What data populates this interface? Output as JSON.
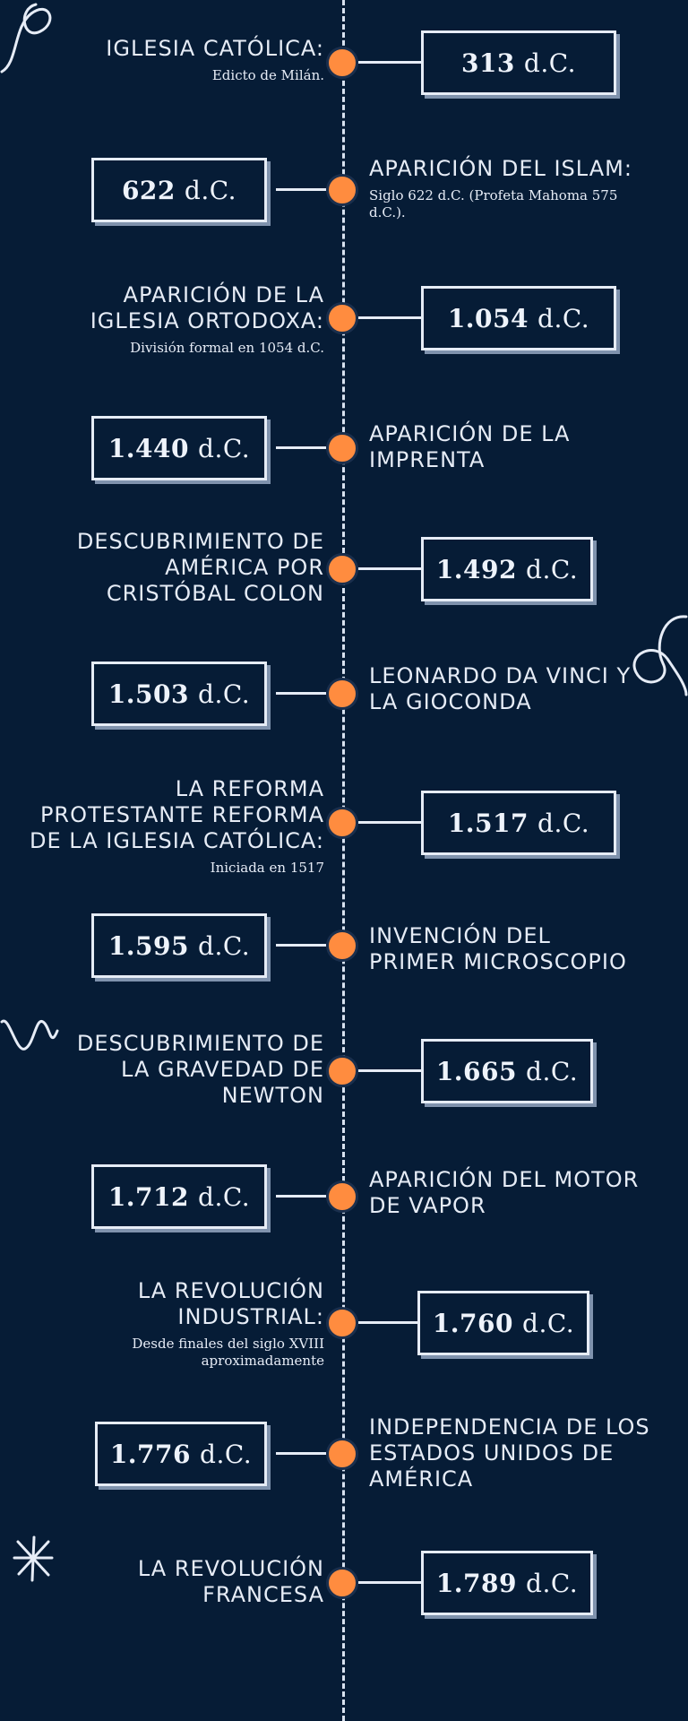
{
  "events": [
    {
      "year": "313",
      "era": "d.C.",
      "title": "IGLESIA CATÓLICA:",
      "detail": "Edicto de Milán."
    },
    {
      "year": "622",
      "era": "d.C.",
      "title": "APARICIÓN DEL ISLAM:",
      "detail": "Siglo 622 d.C. (Profeta Mahoma 575 d.C.)."
    },
    {
      "year": "1.054",
      "era": "d.C.",
      "title": "APARICIÓN DE LA IGLESIA ORTODOXA:",
      "detail": "División formal en 1054 d.C."
    },
    {
      "year": "1.440",
      "era": "d.C.",
      "title": "APARICIÓN DE LA IMPRENTA",
      "detail": ""
    },
    {
      "year": "1.492",
      "era": "d.C.",
      "title": "DESCUBRIMIENTO DE AMÉRICA POR CRISTÓBAL COLON",
      "detail": ""
    },
    {
      "year": "1.503",
      "era": "d.C.",
      "title": "LEONARDO DA VINCI Y LA GIOCONDA",
      "detail": ""
    },
    {
      "year": "1.517",
      "era": "d.C.",
      "title": "LA REFORMA PROTESTANTE REFORMA DE LA IGLESIA CATÓLICA:",
      "detail": "Iniciada en 1517"
    },
    {
      "year": "1.595",
      "era": "d.C.",
      "title": "INVENCIÓN DEL PRIMER MICROSCOPIO",
      "detail": ""
    },
    {
      "year": "1.665",
      "era": "d.C.",
      "title": "DESCUBRIMIENTO DE LA GRAVEDAD DE NEWTON",
      "detail": ""
    },
    {
      "year": "1.712",
      "era": "d.C.",
      "title": "APARICIÓN DEL MOTOR DE VAPOR",
      "detail": ""
    },
    {
      "year": "1.760",
      "era": "d.C.",
      "title": "LA REVOLUCIÓN INDUSTRIAL:",
      "detail": "Desde finales del siglo XVIII aproximadamente"
    },
    {
      "year": "1.776",
      "era": "d.C.",
      "title": "INDEPENDENCIA DE LOS ESTADOS UNIDOS DE AMÉRICA",
      "detail": ""
    },
    {
      "year": "1.789",
      "era": "d.C.",
      "title": "LA REVOLUCIÓN FRANCESA",
      "detail": ""
    }
  ],
  "colors": {
    "background": "#061c36",
    "dot": "#ff8c3f",
    "line": "#e6ecf6",
    "shadow": "#7f92ad"
  },
  "decorations": [
    "swirl-icon",
    "swirl-icon",
    "zigzag-icon",
    "asterisk-icon"
  ]
}
